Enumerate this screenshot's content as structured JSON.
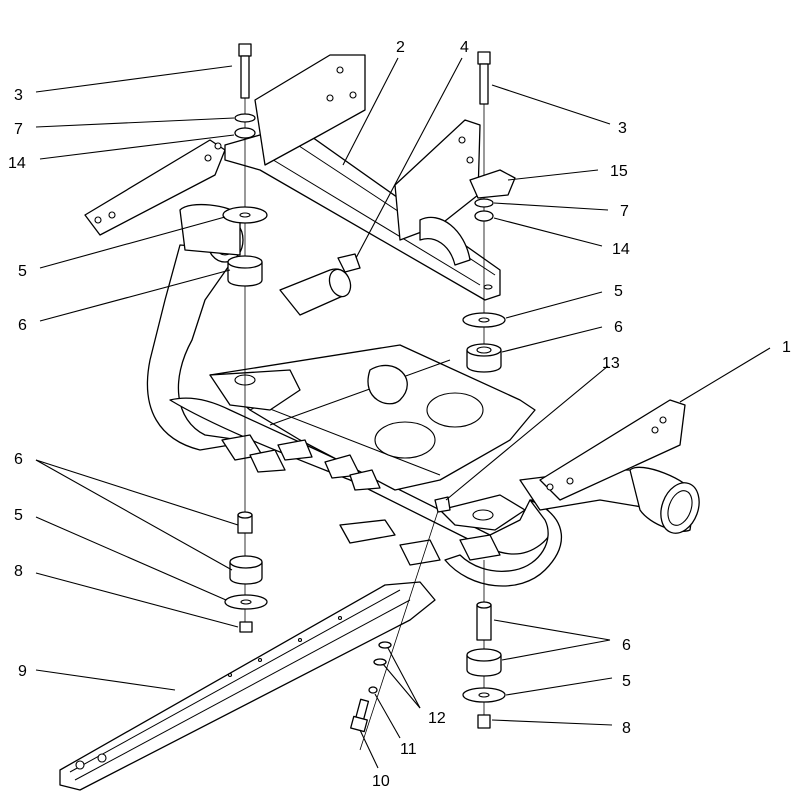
{
  "callouts": [
    {
      "id": "c3a",
      "text": "3"
    },
    {
      "id": "c7a",
      "text": "7"
    },
    {
      "id": "c14a",
      "text": "14"
    },
    {
      "id": "c5a",
      "text": "5"
    },
    {
      "id": "c6a",
      "text": "6"
    },
    {
      "id": "c2",
      "text": "2"
    },
    {
      "id": "c4",
      "text": "4"
    },
    {
      "id": "c3b",
      "text": "3"
    },
    {
      "id": "c15",
      "text": "15"
    },
    {
      "id": "c7b",
      "text": "7"
    },
    {
      "id": "c14b",
      "text": "14"
    },
    {
      "id": "c5b",
      "text": "5"
    },
    {
      "id": "c6b",
      "text": "6"
    },
    {
      "id": "c1",
      "text": "1"
    },
    {
      "id": "c13",
      "text": "13"
    },
    {
      "id": "c6c",
      "text": "6"
    },
    {
      "id": "c5c",
      "text": "5"
    },
    {
      "id": "c8a",
      "text": "8"
    },
    {
      "id": "c9",
      "text": "9"
    },
    {
      "id": "c12",
      "text": "12"
    },
    {
      "id": "c11",
      "text": "11"
    },
    {
      "id": "c10",
      "text": "10"
    },
    {
      "id": "c6d",
      "text": "6"
    },
    {
      "id": "c5d",
      "text": "5"
    },
    {
      "id": "c8b",
      "text": "8"
    }
  ],
  "colors": {
    "line": "#000000",
    "background": "#ffffff"
  }
}
